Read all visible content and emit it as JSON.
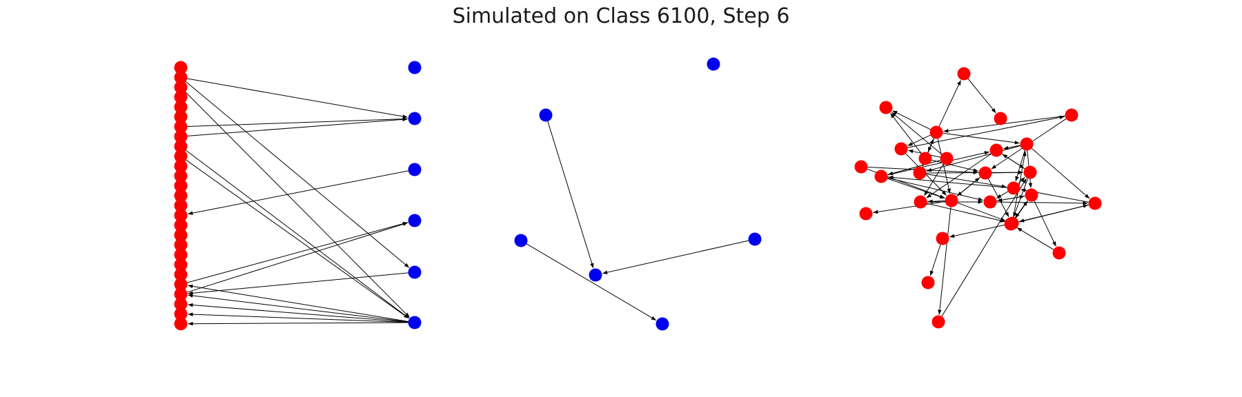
{
  "title": "Simulated on Class 6100, Step 6",
  "colors": {
    "red_node": "#ff0000",
    "blue_node": "#0000ee",
    "edge": "#000000",
    "background": "#ffffff"
  },
  "panels": [
    {
      "name": "bipartite",
      "nodes": [
        {
          "id": "r0",
          "color": "red"
        },
        {
          "id": "r1",
          "color": "red"
        },
        {
          "id": "r2",
          "color": "red"
        },
        {
          "id": "r3",
          "color": "red"
        },
        {
          "id": "r4",
          "color": "red"
        },
        {
          "id": "r5",
          "color": "red"
        },
        {
          "id": "r6",
          "color": "red"
        },
        {
          "id": "r7",
          "color": "red"
        },
        {
          "id": "r8",
          "color": "red"
        },
        {
          "id": "r9",
          "color": "red"
        },
        {
          "id": "r10",
          "color": "red"
        },
        {
          "id": "r11",
          "color": "red"
        },
        {
          "id": "r12",
          "color": "red"
        },
        {
          "id": "r13",
          "color": "red"
        },
        {
          "id": "r14",
          "color": "red"
        },
        {
          "id": "r15",
          "color": "red"
        },
        {
          "id": "r16",
          "color": "red"
        },
        {
          "id": "r17",
          "color": "red"
        },
        {
          "id": "r18",
          "color": "red"
        },
        {
          "id": "r19",
          "color": "red"
        },
        {
          "id": "r20",
          "color": "red"
        },
        {
          "id": "r21",
          "color": "red"
        },
        {
          "id": "r22",
          "color": "red"
        },
        {
          "id": "r23",
          "color": "red"
        },
        {
          "id": "r24",
          "color": "red"
        },
        {
          "id": "r25",
          "color": "red"
        },
        {
          "id": "r26",
          "color": "red"
        },
        {
          "id": "b0",
          "color": "blue"
        },
        {
          "id": "b1",
          "color": "blue"
        },
        {
          "id": "b2",
          "color": "blue"
        },
        {
          "id": "b3",
          "color": "blue"
        },
        {
          "id": "b4",
          "color": "blue"
        },
        {
          "id": "b5",
          "color": "blue"
        }
      ],
      "edges": [
        [
          "r1",
          "b1"
        ],
        [
          "r1",
          "b4"
        ],
        [
          "r2",
          "b5"
        ],
        [
          "r6",
          "b1"
        ],
        [
          "r7",
          "b1"
        ],
        [
          "r8",
          "b5"
        ],
        [
          "r9",
          "b5"
        ],
        [
          "b2",
          "r15"
        ],
        [
          "r22",
          "b3"
        ],
        [
          "r23",
          "b3"
        ],
        [
          "b4",
          "r23"
        ],
        [
          "b5",
          "r22"
        ],
        [
          "b5",
          "r23"
        ],
        [
          "b5",
          "r24"
        ],
        [
          "b5",
          "r25"
        ],
        [
          "b5",
          "r26"
        ]
      ]
    },
    {
      "name": "blue-graph",
      "nodes": [
        {
          "id": "c0",
          "color": "blue"
        },
        {
          "id": "c1",
          "color": "blue"
        },
        {
          "id": "c2",
          "color": "blue"
        },
        {
          "id": "c3",
          "color": "blue"
        },
        {
          "id": "c4",
          "color": "blue"
        },
        {
          "id": "c5",
          "color": "blue"
        }
      ],
      "edges": [
        [
          "c1",
          "c4"
        ],
        [
          "c3",
          "c4"
        ],
        [
          "c2",
          "c5"
        ]
      ]
    },
    {
      "name": "red-graph",
      "nodes": [
        {
          "id": "n0",
          "color": "red"
        },
        {
          "id": "n1",
          "color": "red"
        },
        {
          "id": "n2",
          "color": "red"
        },
        {
          "id": "n3",
          "color": "red"
        },
        {
          "id": "n4",
          "color": "red"
        },
        {
          "id": "n5",
          "color": "red"
        },
        {
          "id": "n6",
          "color": "red"
        },
        {
          "id": "n7",
          "color": "red"
        },
        {
          "id": "n8",
          "color": "red"
        },
        {
          "id": "n9",
          "color": "red"
        },
        {
          "id": "n10",
          "color": "red"
        },
        {
          "id": "n11",
          "color": "red"
        },
        {
          "id": "n12",
          "color": "red"
        },
        {
          "id": "n13",
          "color": "red"
        },
        {
          "id": "n14",
          "color": "red"
        },
        {
          "id": "n15",
          "color": "red"
        },
        {
          "id": "n16",
          "color": "red"
        },
        {
          "id": "n17",
          "color": "red"
        },
        {
          "id": "n18",
          "color": "red"
        },
        {
          "id": "n19",
          "color": "red"
        },
        {
          "id": "n20",
          "color": "red"
        },
        {
          "id": "n21",
          "color": "red"
        },
        {
          "id": "n22",
          "color": "red"
        },
        {
          "id": "n23",
          "color": "red"
        },
        {
          "id": "n24",
          "color": "red"
        },
        {
          "id": "n25",
          "color": "red"
        },
        {
          "id": "n26",
          "color": "red"
        },
        {
          "id": "n27",
          "color": "red"
        }
      ],
      "edges": [
        [
          "n0",
          "n2"
        ],
        [
          "n4",
          "n1"
        ],
        [
          "n4",
          "n0"
        ],
        [
          "n4",
          "n6"
        ],
        [
          "n4",
          "n7"
        ],
        [
          "n4",
          "n9"
        ],
        [
          "n4",
          "n14"
        ],
        [
          "n4",
          "n11"
        ],
        [
          "n6",
          "n3"
        ],
        [
          "n7",
          "n4"
        ],
        [
          "n7",
          "n13"
        ],
        [
          "n8",
          "n12"
        ],
        [
          "n8",
          "n6"
        ],
        [
          "n8",
          "n15"
        ],
        [
          "n11",
          "n10"
        ],
        [
          "n11",
          "n17"
        ],
        [
          "n11",
          "n9"
        ],
        [
          "n11",
          "n19"
        ],
        [
          "n3",
          "n13"
        ],
        [
          "n9",
          "n16"
        ],
        [
          "n10",
          "n16"
        ],
        [
          "n10",
          "n15"
        ],
        [
          "n12",
          "n14"
        ],
        [
          "n12",
          "n18"
        ],
        [
          "n13",
          "n14"
        ],
        [
          "n14",
          "n13"
        ],
        [
          "n14",
          "n15"
        ],
        [
          "n14",
          "n20"
        ],
        [
          "n15",
          "n18"
        ],
        [
          "n16",
          "n22"
        ],
        [
          "n17",
          "n16"
        ],
        [
          "n17",
          "n18"
        ],
        [
          "n17",
          "n12"
        ],
        [
          "n18",
          "n19"
        ],
        [
          "n18",
          "n21"
        ],
        [
          "n19",
          "n22"
        ],
        [
          "n19",
          "n23"
        ],
        [
          "n19",
          "n18"
        ],
        [
          "n20",
          "n19"
        ],
        [
          "n15",
          "n20"
        ],
        [
          "n20",
          "n24"
        ],
        [
          "n13",
          "n20"
        ],
        [
          "n5",
          "n13"
        ],
        [
          "n5",
          "n14"
        ],
        [
          "n7",
          "n1"
        ],
        [
          "n13",
          "n16"
        ],
        [
          "n14",
          "n26"
        ],
        [
          "n14",
          "n27"
        ],
        [
          "n23",
          "n22"
        ],
        [
          "n24",
          "n25"
        ],
        [
          "n27",
          "n16"
        ],
        [
          "n3",
          "n4"
        ],
        [
          "n8",
          "n1"
        ],
        [
          "n12",
          "n10"
        ],
        [
          "n6",
          "n14"
        ],
        [
          "n9",
          "n17"
        ],
        [
          "n16",
          "n10"
        ],
        [
          "n11",
          "n21"
        ],
        [
          "n21",
          "n20"
        ],
        [
          "n22",
          "n21"
        ],
        [
          "n21",
          "n17"
        ],
        [
          "n20",
          "n11"
        ]
      ]
    }
  ]
}
